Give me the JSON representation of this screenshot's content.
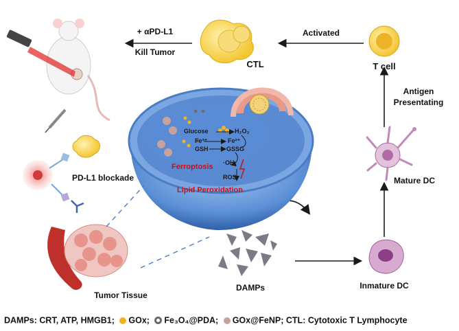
{
  "labels": {
    "kill_top": "+ αPD-L1",
    "kill_bottom": "Kill Tumor",
    "ctl": "CTL",
    "activated": "Activated",
    "t_cell": "T cell",
    "antigen_line1": "Antigen",
    "antigen_line2": "Presentating",
    "mature_dc": "Mature DC",
    "inmature_dc": "Inmature DC",
    "damps": "DAMPs",
    "tumor_tissue": "Tumor Tissue",
    "pdl1_blockade": "PD-L1 blockade"
  },
  "cell": {
    "glucose": "Glucose",
    "h2o2": "H₂O₂",
    "fe3": "Fe³⁺",
    "fe2": "Fe²⁺",
    "gsh": "GSH",
    "gssg": "GSSG",
    "oh": "·OH",
    "ros": "ROS",
    "ferroptosis": "Ferroptosis",
    "lipid": "Lipid Peroxidation"
  },
  "footer": {
    "damps_def": "DAMPs: CRT, ATP, HMGB1;",
    "gox": "GOx;",
    "fe3o4": "Fe₃O₄@PDA;",
    "gox_fenp": "GOx@FeNP;",
    "ctl_def": "CTL: Cytotoxic T Lymphocyte"
  },
  "colors": {
    "bowl_blue": "#5b8fd6",
    "bowl_light": "#bcd6f2",
    "ferroptosis_red": "#c0141c",
    "tcell_yellow": "#f4c631",
    "dc_purple": "#b06aa8",
    "gox_orange": "#f0b323",
    "fe3o4_gray": "#6b6b6b"
  },
  "icons": [
    "mouse-icon",
    "laser-icon",
    "syringe-icon",
    "ctl-cell-icon",
    "t-cell-icon",
    "mature-dc-icon",
    "inmature-dc-icon",
    "damps-fragments-icon",
    "tumor-tissue-icon",
    "pdl1-blockade-icon",
    "golgi-icon"
  ]
}
